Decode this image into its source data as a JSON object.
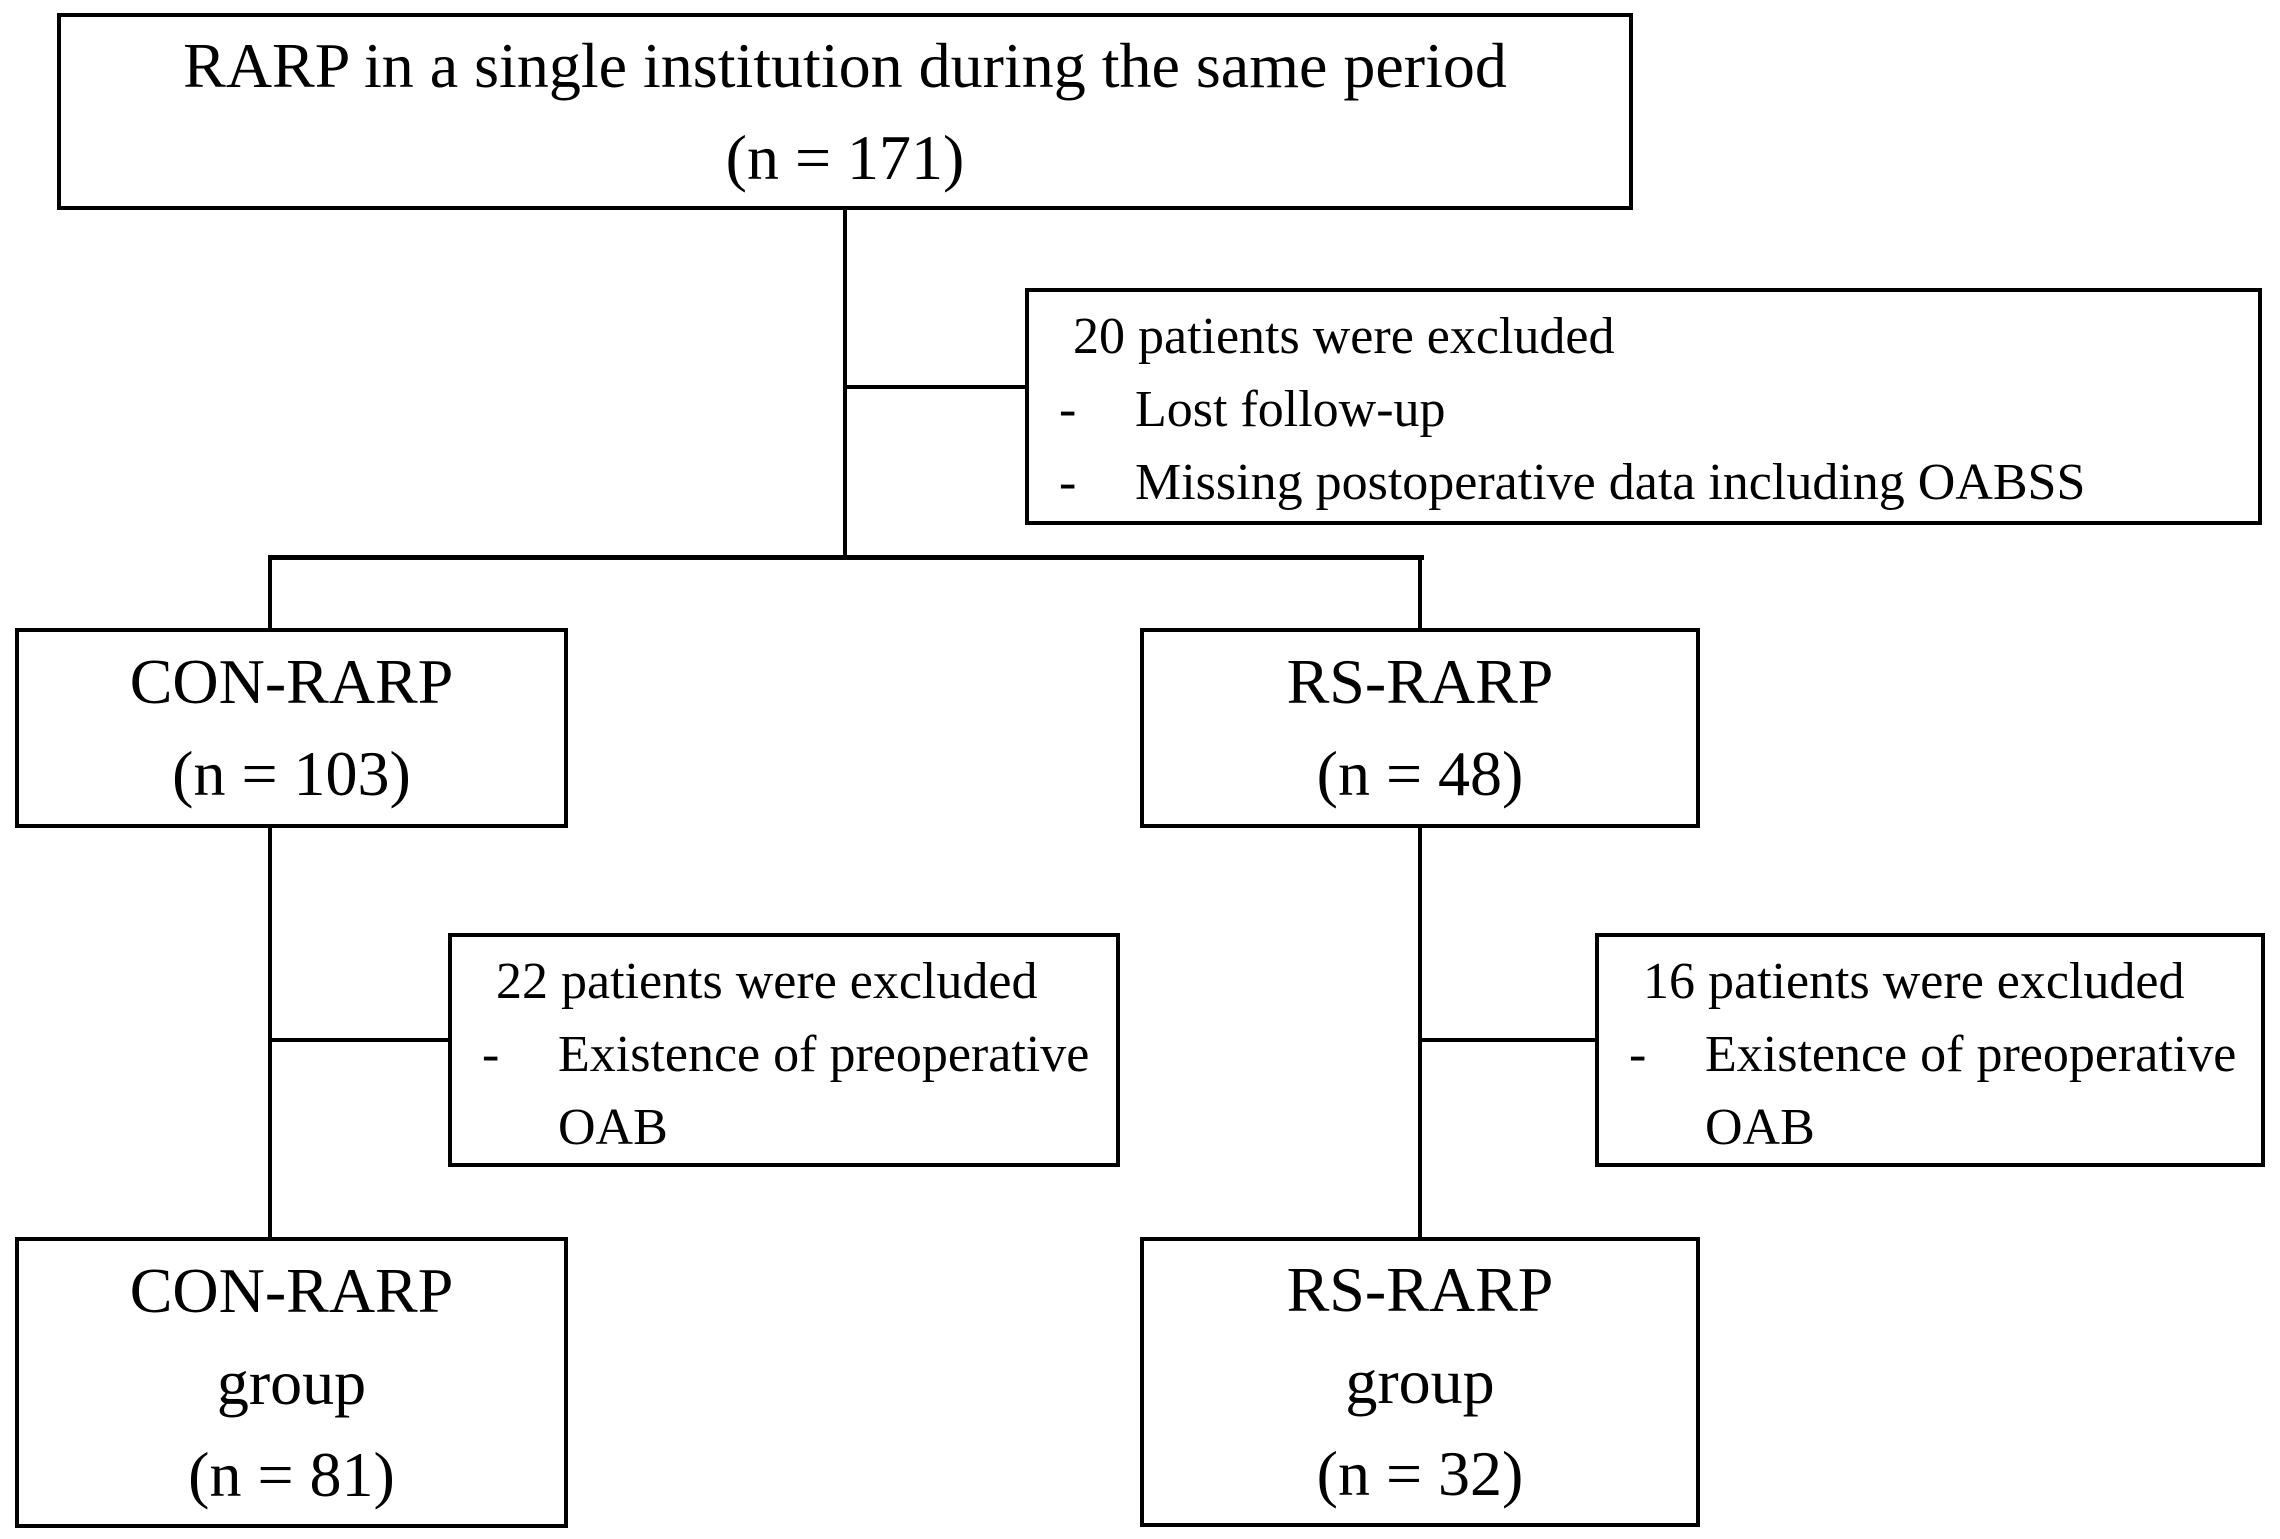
{
  "diagram": {
    "bullet_char": "-",
    "source_box": {
      "line1": "RARP in a single institution during the same period",
      "line2": "(n = 171)"
    },
    "exclusion_initial": {
      "title": "20 patients were excluded",
      "items": [
        "Lost follow-up",
        "Missing postoperative data including OABSS"
      ]
    },
    "con_rarp_box": {
      "line1": "CON-RARP",
      "line2": "(n = 103)"
    },
    "rs_rarp_box": {
      "line1": "RS-RARP",
      "line2": "(n = 48)"
    },
    "exclusion_con": {
      "title": "22 patients were excluded",
      "items": [
        "Existence of preoperative OAB"
      ]
    },
    "exclusion_rs": {
      "title": "16 patients were excluded",
      "items": [
        "Existence of preoperative OAB"
      ]
    },
    "con_rarp_group_box": {
      "line1": "CON-RARP",
      "line2": "group",
      "line3": "(n = 81)"
    },
    "rs_rarp_group_box": {
      "line1": "RS-RARP",
      "line2": "group",
      "line3": "(n = 32)"
    }
  },
  "colors": {
    "line": "#000000",
    "box_background": "#ffffff",
    "text": "#000000",
    "page_background": "#ffffff"
  }
}
